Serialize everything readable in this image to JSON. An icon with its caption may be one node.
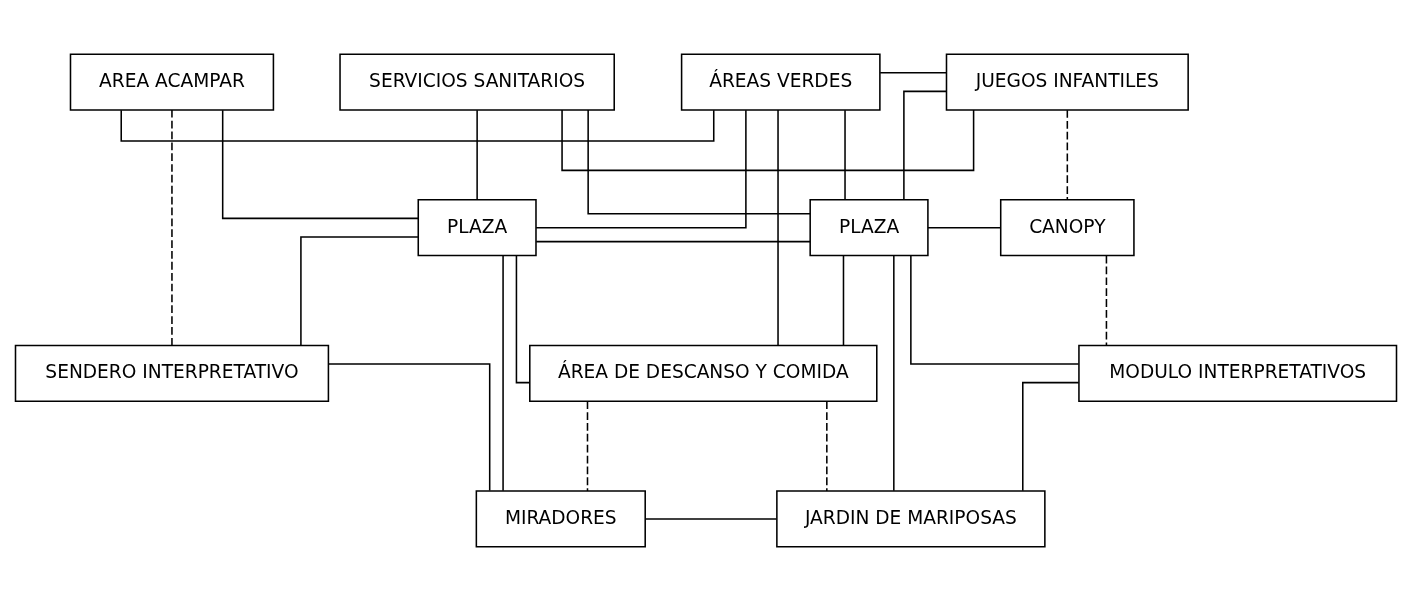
{
  "diagram": {
    "nodes": [
      {
        "text": [
          "SERVICIOS SANITARIOS"
        ]
      },
      {
        "text": [
          "AREA ACAMPAR"
        ]
      },
      {
        "text": [
          "ÁREAS VERDES"
        ]
      },
      {
        "text": [
          "JUEGOS INFANTILES"
        ]
      },
      {
        "text": [
          "PLAZA"
        ]
      },
      {
        "text": [
          "PLAZA"
        ]
      },
      {
        "text": [
          "CANOPY"
        ]
      },
      {
        "text": [
          "SENDERO INTERPRETATIVO"
        ]
      },
      {
        "text": [
          "ÁREA DE DESCANSO Y COMIDA"
        ]
      },
      {
        "text": [
          "MODULO INTERPRETATIVOS"
        ]
      },
      {
        "text": [
          "MIRADORES"
        ]
      },
      {
        "text": [
          "JARDIN DE MARIPOSAS"
        ]
      }
    ],
    "edges": [
      {
        "from": 0,
        "to": 4,
        "arrow": "none"
      },
      {
        "from": 0,
        "to": 5,
        "arrow": "none"
      },
      {
        "from": 0,
        "to": 3,
        "arrow": "none"
      },
      {
        "from": 2,
        "to": 3,
        "arrow": "none"
      },
      {
        "from": 3,
        "to": 5,
        "arrow": "none"
      },
      {
        "from": 1,
        "to": 2,
        "arrow": "none"
      },
      {
        "from": 2,
        "to": 5,
        "arrow": "none"
      },
      {
        "from": 2,
        "to": 4,
        "arrow": "none"
      },
      {
        "from": 2,
        "to": 8,
        "arrow": "none"
      },
      {
        "from": 1,
        "to": 4,
        "arrow": "none"
      },
      {
        "from": 1,
        "to": 7,
        "arrow": "none",
        "style": "dashed"
      },
      {
        "from": 4,
        "to": 5,
        "arrow": "none"
      },
      {
        "from": 4,
        "to": 7,
        "arrow": "none"
      },
      {
        "from": 4,
        "to": 10,
        "arrow": "none"
      },
      {
        "from": 4,
        "to": 8,
        "arrow": "none"
      },
      {
        "from": 5,
        "to": 8,
        "arrow": "none"
      },
      {
        "from": 5,
        "to": 11,
        "arrow": "none"
      },
      {
        "from": 5,
        "to": 9,
        "arrow": "none"
      },
      {
        "from": 5,
        "to": 6,
        "arrow": "none"
      },
      {
        "from": 3,
        "to": 6,
        "arrow": "none",
        "style": "dashed"
      },
      {
        "from": 6,
        "to": 9,
        "arrow": "none",
        "style": "dashed"
      },
      {
        "from": 7,
        "to": 10,
        "arrow": "none"
      },
      {
        "from": 8,
        "to": 10,
        "arrow": "none",
        "style": "dashed"
      },
      {
        "from": 8,
        "to": 11,
        "arrow": "none",
        "style": "dashed"
      },
      {
        "from": 10,
        "to": 11,
        "arrow": "none"
      },
      {
        "from": 9,
        "to": 11,
        "arrow": "none"
      }
    ]
  }
}
